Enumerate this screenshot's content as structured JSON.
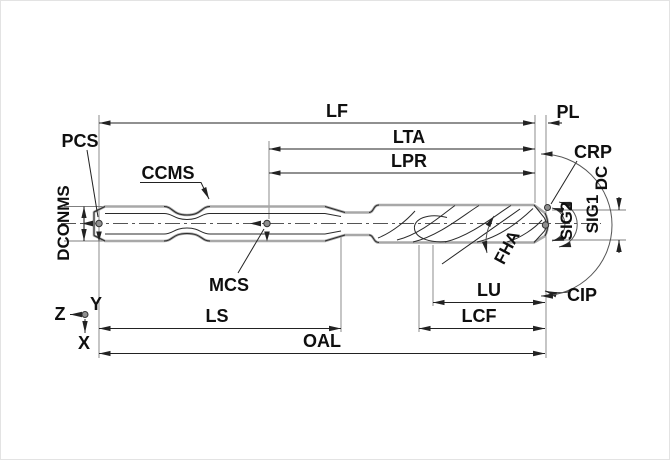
{
  "diagram": {
    "type": "cutting-tool-dimension-drawing",
    "labels": {
      "lf": "LF",
      "pl": "PL",
      "lta": "LTA",
      "lpr": "LPR",
      "pcs": "PCS",
      "ccms": "CCMS",
      "dconms": "DCONMS",
      "mcs": "MCS",
      "crp": "CRP",
      "dc": "DC",
      "sig1": "SIG1",
      "sig2": "SIG2",
      "cip": "CIP",
      "fha": "FHA",
      "lu": "LU",
      "lcf": "LCF",
      "ls": "LS",
      "oal": "OAL"
    },
    "axes": {
      "x": "X",
      "y": "Y",
      "z": "Z"
    },
    "colors": {
      "background": "#ffffff",
      "dimension_line": "#222222",
      "extension_line": "#7f7f7f",
      "tool_outline": "#a8a8a8",
      "label_text": "#0f0f0f"
    }
  }
}
